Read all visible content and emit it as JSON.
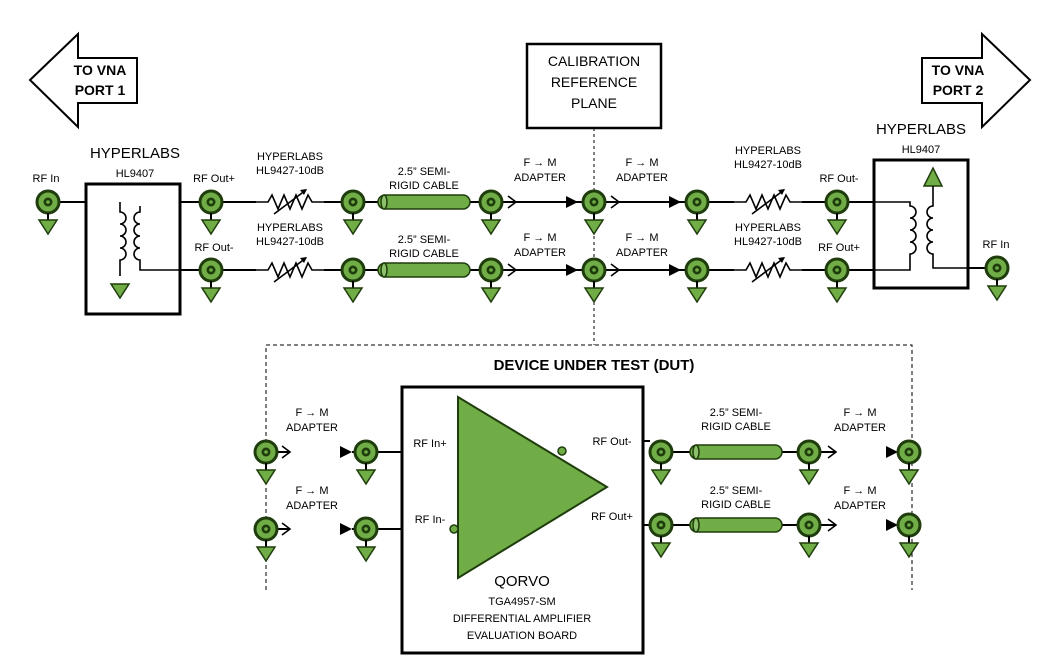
{
  "colors": {
    "accent": "#70AD47",
    "dark": "#1F3D0C",
    "line": "#000000"
  },
  "nav": {
    "left_arrow": [
      "TO VNA",
      "PORT 1"
    ],
    "right_arrow": [
      "TO VNA",
      "PORT 2"
    ]
  },
  "calibration_plane": [
    "CALIBRATION",
    "REFERENCE",
    "PLANE"
  ],
  "balun_left": {
    "title": "HYPERLABS",
    "model": "HL9407"
  },
  "balun_right": {
    "title": "HYPERLABS",
    "model": "HL9407"
  },
  "top_labels": {
    "rf_in_left": "RF In",
    "rf_out_plus_left": "RF Out+",
    "rf_out_minus_left": "RF Out-",
    "rf_out_minus_right": "RF Out-",
    "rf_out_plus_right": "RF Out+",
    "rf_in_right": "RF In"
  },
  "attenuator": [
    "HYPERLABS",
    "HL9427-10dB"
  ],
  "cable": [
    "2.5” SEMI-",
    "RIGID CABLE"
  ],
  "adapter": [
    "F → M",
    "ADAPTER"
  ],
  "dut": {
    "title": "DEVICE UNDER TEST (DUT)",
    "rf_in_plus": "RF In+",
    "rf_in_minus": "RF In-",
    "rf_out_minus": "RF Out-",
    "rf_out_plus": "RF Out+",
    "board": [
      "QORVO",
      "TGA4957-SM",
      "DIFFERENTIAL AMPLIFIER",
      "EVALUATION BOARD"
    ]
  }
}
